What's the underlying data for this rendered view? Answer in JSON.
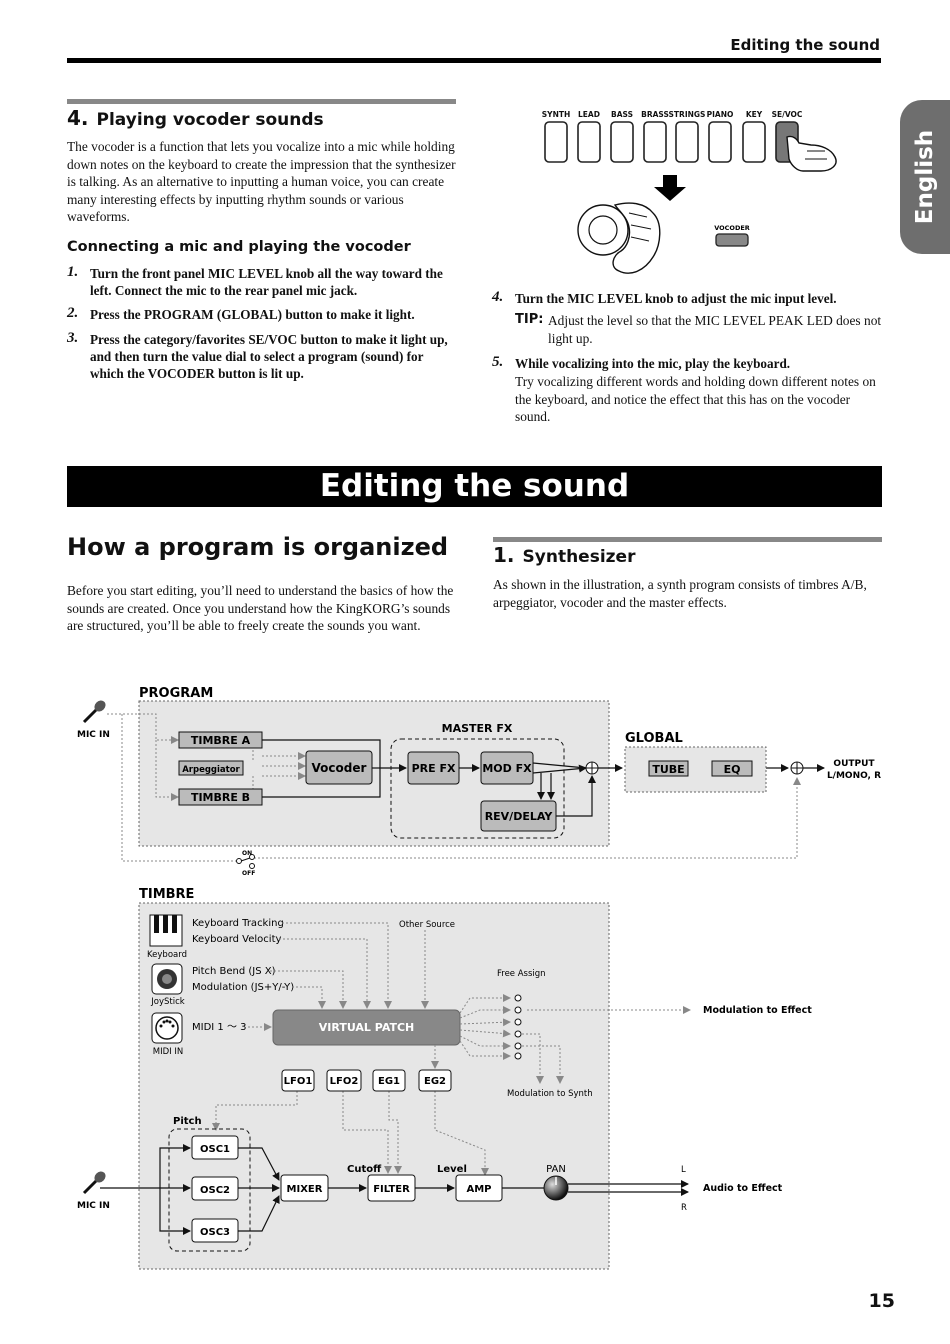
{
  "header": {
    "title": "Editing the sound"
  },
  "side_tab": {
    "label": "English"
  },
  "section4": {
    "number": "4.",
    "title": "Playing vocoder sounds",
    "intro": "The vocoder is a function that lets you vocalize into a mic while holding down notes on the keyboard to create the impression that the synthesizer is talking. As an alternative to inputting a human voice, you can create many interesting effects by inputting rhythm sounds or various waveforms.",
    "subheading": "Connecting a mic and playing the vocoder",
    "steps": [
      {
        "n": "1.",
        "text": "Turn the front panel MIC LEVEL knob all the way toward the left. Connect the mic to the rear panel mic jack."
      },
      {
        "n": "2.",
        "text": "Press the PROGRAM (GLOBAL) button to make it light."
      },
      {
        "n": "3.",
        "text": "Press the category/favorites SE/VOC button to make it light up, and then turn the value dial to select a program (sound) for which the VOCODER button is lit up."
      },
      {
        "n": "4.",
        "text": "Turn the MIC LEVEL knob to adjust the mic input level."
      },
      {
        "n": "5.",
        "text": "While vocalizing into the mic, play the keyboard.",
        "detail": "Try vocalizing different words and holding down different notes on the keyboard, and notice the effect that this has on the vocoder sound."
      }
    ],
    "tip_label": "TIP:",
    "tip_text": "Adjust the level so that the MIC LEVEL PEAK LED does not light up.",
    "panel_buttons": [
      "SYNTH",
      "LEAD",
      "BASS",
      "BRASS",
      "STRINGS",
      "PIANO",
      "KEY",
      "SE/VOC"
    ],
    "vocoder_button": "VOCODER"
  },
  "banner": "Editing the sound",
  "organized": {
    "title": "How a program is organized",
    "text": "Before you start editing, you’ll need to understand the basics of how the sounds are created. Once you understand how the KingKORG’s sounds are structured, you’ll be able to freely create the sounds you want."
  },
  "synth": {
    "number": "1.",
    "title": "Synthesizer",
    "text": "As shown in the illustration, a synth program consists of timbres A/B, arpeggiator, vocoder and the master effects."
  },
  "diagram": {
    "program": "PROGRAM",
    "mic_in": "MIC IN",
    "timbre_a": "TIMBRE A",
    "arpeggiator": "Arpeggiator",
    "timbre_b": "TIMBRE B",
    "vocoder": "Vocoder",
    "master_fx": "MASTER FX",
    "pre_fx": "PRE FX",
    "mod_fx": "MOD FX",
    "rev_delay": "REV/DELAY",
    "global": "GLOBAL",
    "tube": "TUBE",
    "eq": "EQ",
    "output_1": "OUTPUT",
    "output_2": "L/MONO, R",
    "on": "ON",
    "off": "OFF",
    "timbre": "TIMBRE",
    "kbd_tracking": "Keyboard Tracking",
    "kbd_velocity": "Keyboard Velocity",
    "other_source": "Other Source",
    "keyboard": "Keyboard",
    "pitch_bend": "Pitch Bend (JS X)",
    "modulation": "Modulation (JS+Y/-Y)",
    "joystick": "JoyStick",
    "free_assign": "Free Assign",
    "midi_label": "MIDI 1 〜 3",
    "midi_in": "MIDI IN",
    "virtual_patch": "VIRTUAL PATCH",
    "mod_to_effect": "Modulation to Effect",
    "lfo1": "LFO1",
    "lfo2": "LFO2",
    "eg1": "EG1",
    "eg2": "EG2",
    "mod_to_synth": "Modulation to Synth",
    "pitch": "Pitch",
    "osc1": "OSC1",
    "osc2": "OSC2",
    "osc3": "OSC3",
    "mixer": "MIXER",
    "cutoff": "Cutoff",
    "filter": "FILTER",
    "level": "Level",
    "amp": "AMP",
    "pan": "PAN",
    "l": "L",
    "r": "R",
    "audio_to_effect": "Audio to Effect"
  },
  "page_number": "15"
}
